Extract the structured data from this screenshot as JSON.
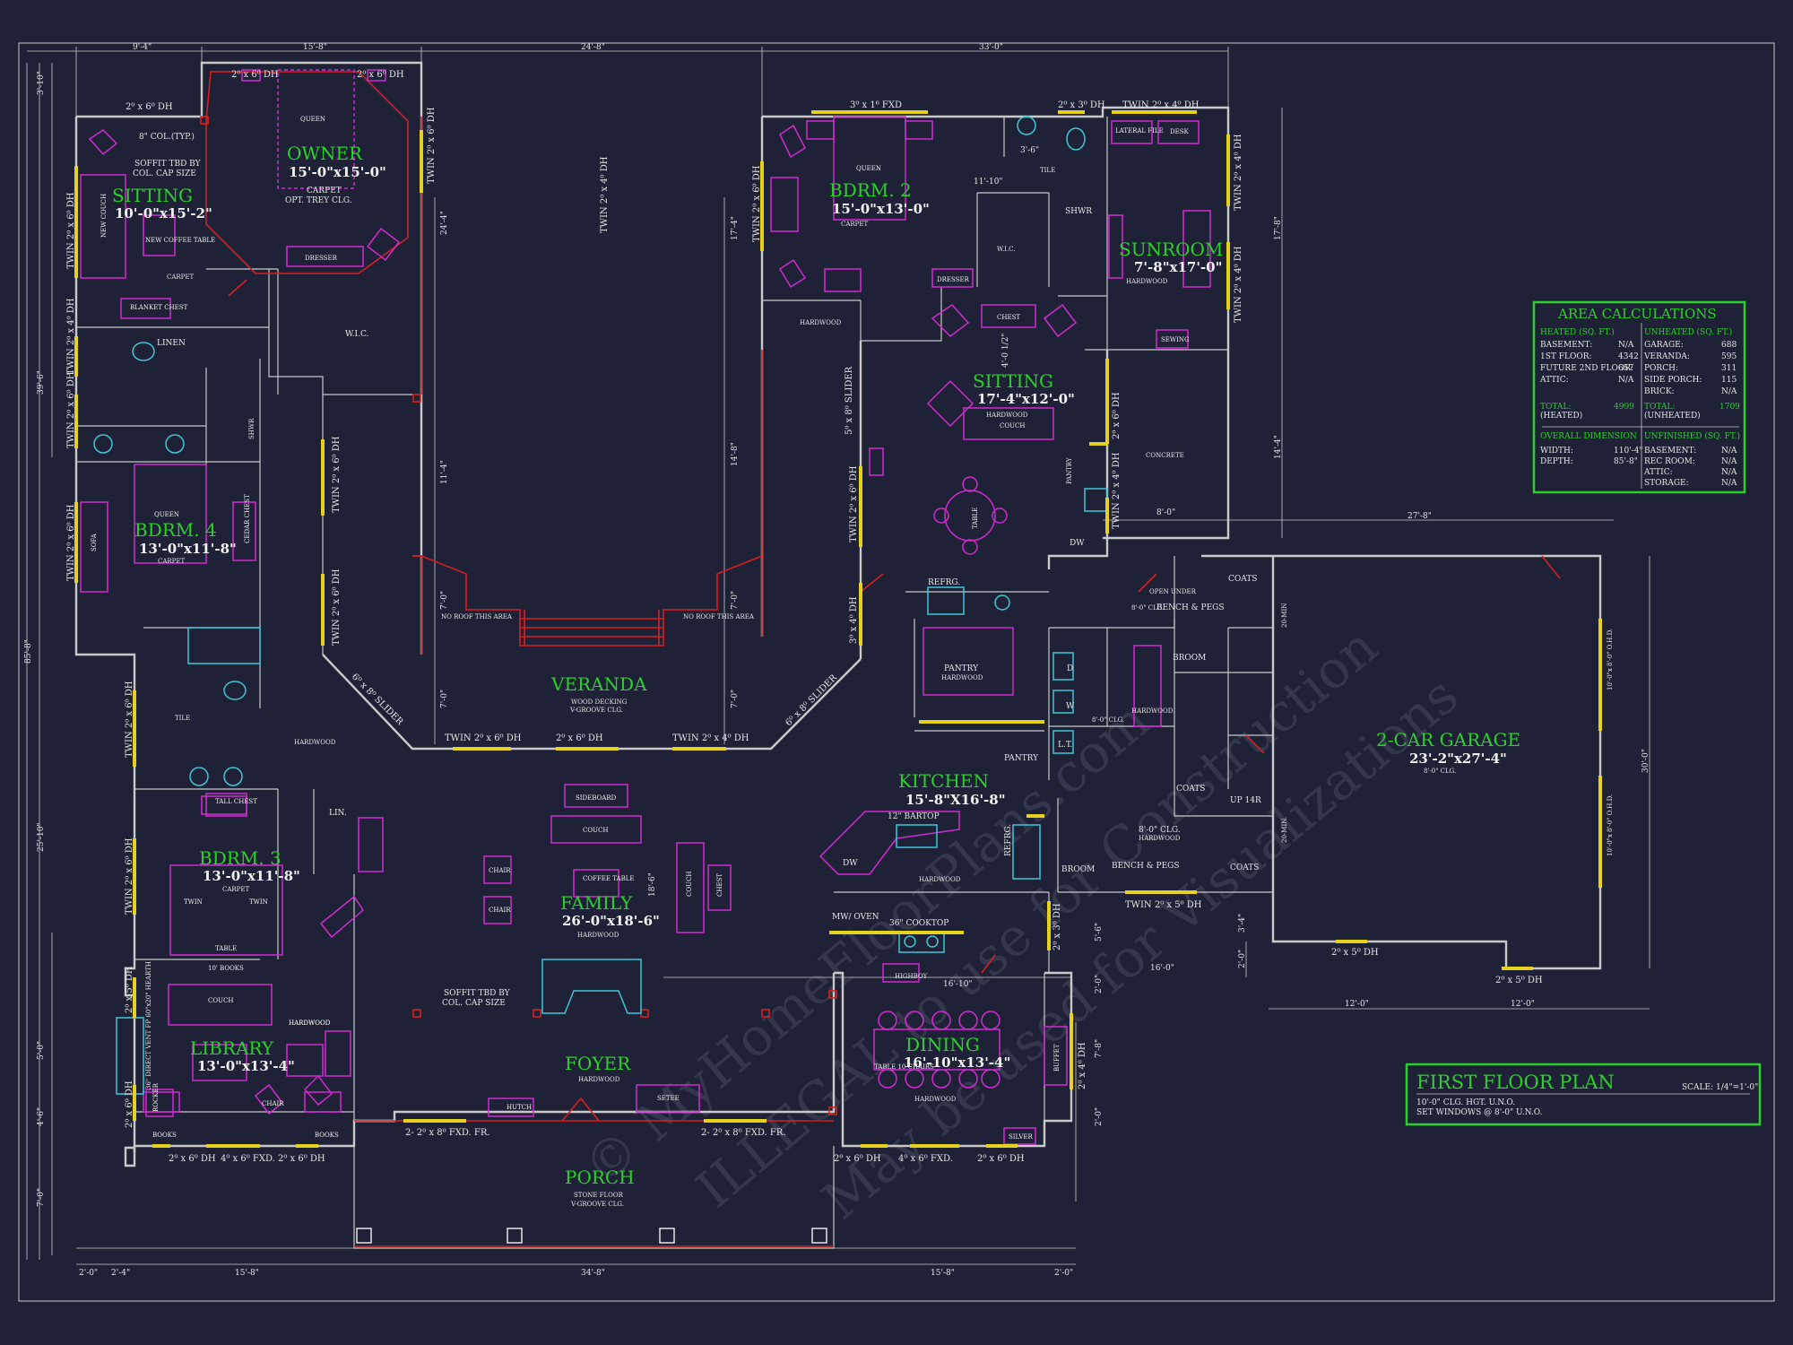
{
  "colors": {
    "background": "#1f2236",
    "walls": "#c9c9c9",
    "room_label": "#2bd12b",
    "furniture": "#d12ad1",
    "structure_red": "#d62020",
    "fixtures": "#3ec7d9",
    "windows": "#e6d21e"
  },
  "watermark": {
    "line1": "© MyHomeFloorPlans.com",
    "line2": "ILLEGAL to use for Construction",
    "line3": "May be used for Visualizations"
  },
  "rooms": {
    "owner": {
      "name": "OWNER",
      "dim": "15'-0\"x15'-0\"",
      "notes": [
        "CARPET",
        "OPT. TREY CLG."
      ]
    },
    "sitting_left": {
      "name": "SITTING",
      "dim": "10'-0\"x15'-2\"",
      "notes": [
        "CARPET"
      ]
    },
    "bdrm2": {
      "name": "BDRM. 2",
      "dim": "15'-0\"x13'-0\"",
      "notes": [
        "CARPET"
      ]
    },
    "sunroom": {
      "name": "SUNROOM",
      "dim": "7'-8\"x17'-0\"",
      "notes": [
        "HARDWOOD"
      ]
    },
    "sitting_center": {
      "name": "SITTING",
      "dim": "17'-4\"x12'-0\"",
      "notes": [
        "HARDWOOD"
      ]
    },
    "bdrm4": {
      "name": "BDRM. 4",
      "dim": "13'-0\"x11'-8\"",
      "notes": [
        "CARPET"
      ]
    },
    "veranda": {
      "name": "VERANDA",
      "dim": "",
      "notes": [
        "WOOD DECKING",
        "V-GROOVE CLG."
      ]
    },
    "family": {
      "name": "FAMILY",
      "dim": "26'-0\"x18'-6\"",
      "notes": [
        "HARDWOOD"
      ]
    },
    "kitchen": {
      "name": "KITCHEN",
      "dim": "15'-8\"X16'-8\"",
      "notes": [
        "HARDWOOD"
      ]
    },
    "garage": {
      "name": "2-CAR GARAGE",
      "dim": "23'-2\"x27'-4\"",
      "notes": [
        "8'-0\" CLG."
      ]
    },
    "bdrm3": {
      "name": "BDRM. 3",
      "dim": "13'-0\"x11'-8\"",
      "notes": [
        "CARPET"
      ]
    },
    "library": {
      "name": "LIBRARY",
      "dim": "13'-0\"x13'-4\"",
      "notes": [
        "HARDWOOD"
      ]
    },
    "foyer": {
      "name": "FOYER",
      "dim": "",
      "notes": [
        "HARDWOOD"
      ]
    },
    "dining": {
      "name": "DINING",
      "dim": "16'-10\"x13'-4\"",
      "notes": [
        "HARDWOOD"
      ]
    },
    "porch": {
      "name": "PORCH",
      "dim": "",
      "notes": [
        "STONE FLOOR",
        "V-GROOVE CLG."
      ]
    }
  },
  "labels": {
    "col_typ": "8\" COL.(TYP.)",
    "soffit1": "SOFFIT TBD BY",
    "soffit2": "COL. CAP SIZE",
    "wic": "W.I.C.",
    "wic2": "W.I.C.",
    "linen": "LINEN",
    "shwr": "SHWR",
    "shwr2": "SHWR",
    "tile": "TILE",
    "tile2": "TILE",
    "hardwood1": "HARDWOOD",
    "hardwood2": "HARDWOOD",
    "hardwood3": "HARDWOOD",
    "concrete": "CONCRETE",
    "pantry": "PANTRY",
    "pantry2": "PANTRY",
    "pantry_hw": "HARDWOOD",
    "pantry3": "PANTRY",
    "no_roof1": "NO ROOF THIS AREA",
    "no_roof2": "NO ROOF THIS AREA",
    "bartop": "12\" BARTOP",
    "cooktop": "36\" COOKTOP",
    "mw_oven": "MW/ OVEN",
    "highboy": "HIGHBOY",
    "refrg": "REFRG.",
    "refrg2": "REFRG.",
    "dw": "DW",
    "dw2": "DW",
    "coats": "COATS",
    "coats2": "COATS",
    "coats3": "COATS",
    "broom": "BROOM",
    "broom2": "BROOM",
    "bench1": "BENCH & PEGS",
    "bench2": "BENCH & PEGS",
    "open_under": "OPEN UNDER",
    "clg8": "8'-0\" CLG.",
    "clg8b": "8'-0\" CLG.",
    "clg8c": "8'-0\" CLG.",
    "up14r": "UP 14R",
    "min20": "20-MIN",
    "min20b": "20-MIN.",
    "ohd1": "10'-0\"x 8'-0\" O.H.D.",
    "ohd2": "10'-0\"x 8'-0\" O.H.D.",
    "lin": "LIN.",
    "tall_chest": "TALL CHEST",
    "twin": "TWIN",
    "twin2": "TWIN",
    "table": "TABLE",
    "books_10": "10' BOOKS",
    "couch": "COUCH",
    "chair": "CHAIR",
    "rocker": "ROCKER",
    "books": "BOOKS",
    "books2": "BOOKS",
    "hearth": "36\" DIRECT VENT FP 60\"x20\" HEARTH",
    "hutch": "HUTCH",
    "setee": "SETEE",
    "buffet": "BUFFET",
    "silver": "SILVER",
    "table_10": "TABLE 10 CHAIRS",
    "queen": "QUEEN",
    "queen2": "QUEEN",
    "queen3": "QUEEN",
    "dresser": "DRESSER",
    "dresser2": "DRESSER",
    "sideboard": "SIDEBOARD",
    "couch2": "COUCH",
    "coffee_table": "COFFEE TABLE",
    "chair2": "CHAIR",
    "chair3": "CHAIR",
    "couch3": "COUCH",
    "chest": "CHEST",
    "chest2": "CHEST",
    "cedar_chest": "CEDAR CHEST",
    "sofa": "SOFA",
    "blanket_chest": "BLANKET CHEST",
    "new_couch": "NEW COUCH",
    "new_coffee": "NEW COFFEE TABLE",
    "lateral_file": "LATERAL FILE",
    "desk": "DESK",
    "sewing": "SEWING",
    "table_center": "TABLE",
    "hardwood_k": "HARDWOOD",
    "hardwood_l": "HARDWOOD",
    "couch_c": "COUCH",
    "d": "D",
    "w": "W",
    "lt": "L.T."
  },
  "windows": {
    "w1": "2⁰ x 6⁰ DH",
    "w2": "2⁰ x 6⁰ DH",
    "w3": "2⁰ x 6⁰ DH",
    "w4": "TWIN 2⁰ x 6⁰ DH",
    "w5": "3⁰ x 1⁶ FXD",
    "w6": "2⁰ x 3⁰ DH",
    "w7": "TWIN 2⁰ x 4⁰ DH",
    "w8": "TWIN 2⁰ x 4⁰ DH",
    "w9": "TWIN 2⁰ x 4⁰ DH",
    "w10": "TWIN 2⁰ x 6⁰ DH",
    "w11": "TWIN 2⁰ x 6⁰ DH",
    "w12": "TWIN 2⁰ x 6⁰ DH",
    "w13": "TWIN 2⁰ x 6⁰ DH",
    "w14": "TWIN 2⁰ x 6⁰ DH",
    "w15": "TWIN 2⁰ x 6⁰ DH",
    "w16": "TWIN 2⁰ x 4⁰ DH",
    "w17": "TWIN 2⁰ x 6⁰ DH",
    "w18": "TWIN 2⁰ x 6⁰ DH",
    "w19": "TWIN 2⁰ x 5⁰ DH",
    "w20": "2⁰ x 5⁰ DH",
    "w21": "2⁰ x 5⁰ DH",
    "w22": "2⁰ x 6⁰ DH",
    "w23": "4⁰ x 6⁰ FXD.",
    "w24": "2⁰ x 6⁰ DH",
    "w25": "2⁰ x 6⁰ DH",
    "w26": "4⁰ x 6⁰ FXD.",
    "w27": "2⁰ x 6⁰ DH",
    "w28": "2- 2⁰ x 8⁰ FXD. FR.",
    "w29": "2- 2⁰ x 8⁰ FXD. FR.",
    "w30": "6⁰ x 8⁰ SLIDER",
    "w31": "6⁰ x 8⁰ SLIDER",
    "w32": "5⁰ x 8⁰ SLIDER",
    "w33": "TWIN 2⁰ x 6⁰ DH",
    "w34": "2⁰ x 6⁰ DH",
    "w35": "TWIN 2⁰ x 4⁰ DH",
    "w36": "TWIN 2⁰ x 6⁰ DH",
    "w37": "3⁰ x 4⁰ DH",
    "w38": "2⁰ x 6⁰ DH",
    "w39": "TWIN 2⁰ x 4⁰ DH",
    "w40": "2⁰ x 3⁰ DH",
    "w41": "2⁰ x 4⁰ DH",
    "w42": "2⁰ x 5⁰ DH",
    "w43": "2⁰ x 6⁰ DH",
    "w44": "TWIN 2⁰ x 4⁰ DH"
  },
  "dims": {
    "top1": "9'-4\"",
    "top2": "15'-8\"",
    "top3": "24'-8\"",
    "top4": "33'-0\"",
    "left1": "3'-10\"",
    "left2": "39'-6\"",
    "left3": "85'-8\"",
    "left4": "25'-10\"",
    "left5": "5'-0\"",
    "left6": "4'-6\"",
    "left7": "7'-0\"",
    "bot1": "2'-0\"",
    "bot2": "2'-4\"",
    "bot3": "15'-8\"",
    "bot4": "34'-8\"",
    "bot5": "15'-8\"",
    "bot6": "2'-0\"",
    "d24_4": "24'-4\"",
    "d11_4": "11'-4\"",
    "d7_0": "7'-0\"",
    "d7_0b": "7'-0\"",
    "d7_0c": "7'-0\"",
    "d7_0d": "7'-0\"",
    "d17_4": "17'-4\"",
    "d14_8": "14'-8\"",
    "d18_6": "18'-6\"",
    "d17_8": "17'-8\"",
    "d14_4": "14'-4\"",
    "d27_8": "27'-8\"",
    "d8_0": "8'-0\"",
    "d30_0": "30'-0\"",
    "d16_0": "16'-0\"",
    "d12_0": "12'-0\"",
    "d12_0b": "12'-0\"",
    "d16_10": "16'-10\"",
    "d11_10": "11'-10\"",
    "d3_6": "3'-6\"",
    "d4_1_2": "4'-0 1/2\"",
    "d3_4": "3'-4\"",
    "d2_0": "2'-0\"",
    "d5_6": "5'-6\"",
    "d7_8": "7'-8\"",
    "d2_0b": "2'-0\"",
    "d2_0c": "2'-0\""
  },
  "area_calc": {
    "title": "AREA CALCULATIONS",
    "heated_head": "HEATED (SQ. FT.)",
    "unheated_head": "UNHEATED (SQ. FT.)",
    "heated": [
      {
        "label": "BASEMENT:",
        "value": "N/A"
      },
      {
        "label": "1ST FLOOR:",
        "value": "4342"
      },
      {
        "label": "FUTURE 2ND FLOOR:",
        "value": "657"
      },
      {
        "label": "ATTIC:",
        "value": "N/A"
      }
    ],
    "unheated": [
      {
        "label": "GARAGE:",
        "value": "688"
      },
      {
        "label": "VERANDA:",
        "value": "595"
      },
      {
        "label": "PORCH:",
        "value": "311"
      },
      {
        "label": "SIDE PORCH:",
        "value": "115"
      },
      {
        "label": "BRICK:",
        "value": "N/A"
      }
    ],
    "total_heated_label": "TOTAL:",
    "total_heated_sub": "(HEATED)",
    "total_heated_value": "4999",
    "total_unheated_label": "TOTAL:",
    "total_unheated_sub": "(UNHEATED)",
    "total_unheated_value": "1709",
    "overall_head": "OVERALL DIMENSION",
    "unfinished_head": "UNFINISHED (SQ. FT.)",
    "overall": [
      {
        "label": "WIDTH:",
        "value": "110'-4\""
      },
      {
        "label": "DEPTH:",
        "value": "85'-8\""
      }
    ],
    "unfinished": [
      {
        "label": "BASEMENT:",
        "value": "N/A"
      },
      {
        "label": "REC ROOM:",
        "value": "N/A"
      },
      {
        "label": "ATTIC:",
        "value": "N/A"
      },
      {
        "label": "STORAGE:",
        "value": "N/A"
      }
    ]
  },
  "title_block": {
    "title": "FIRST FLOOR PLAN",
    "scale": "SCALE: 1/4\"=1'-0\"",
    "note1": "10'-0\" CLG. HGT. U.N.O.",
    "note2": "SET WINDOWS @ 8'-0\" U.N.O."
  }
}
